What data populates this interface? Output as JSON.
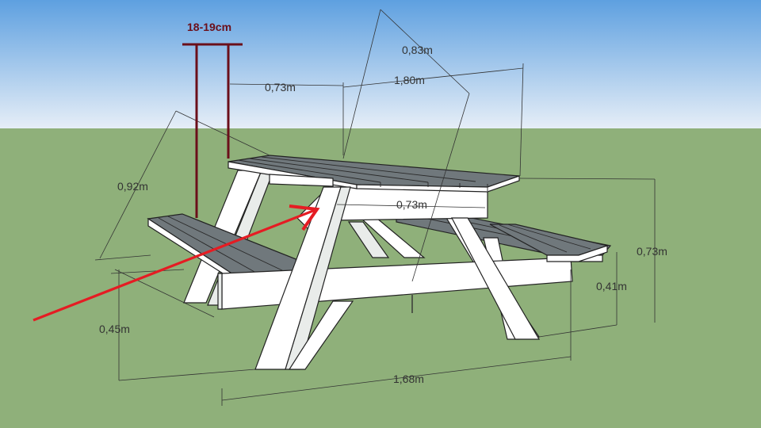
{
  "colors": {
    "sky_top": "#5ea0e0",
    "sky_bottom": "#e6eef7",
    "grass": "#8fb07a",
    "accent_red": "#e51c23",
    "post_dark_red": "#6b0f1a"
  },
  "labels": {
    "post_gap": "18-19cm",
    "top_depth": "0,83m",
    "top_length": "1,80m",
    "overhang": "0,73m",
    "leg_spread": "0,92m",
    "inner_width": "0,73m",
    "table_height": "0,73m",
    "seat_height": "0,41m",
    "seat_height_front": "0,45m",
    "base_length": "1,68m"
  }
}
